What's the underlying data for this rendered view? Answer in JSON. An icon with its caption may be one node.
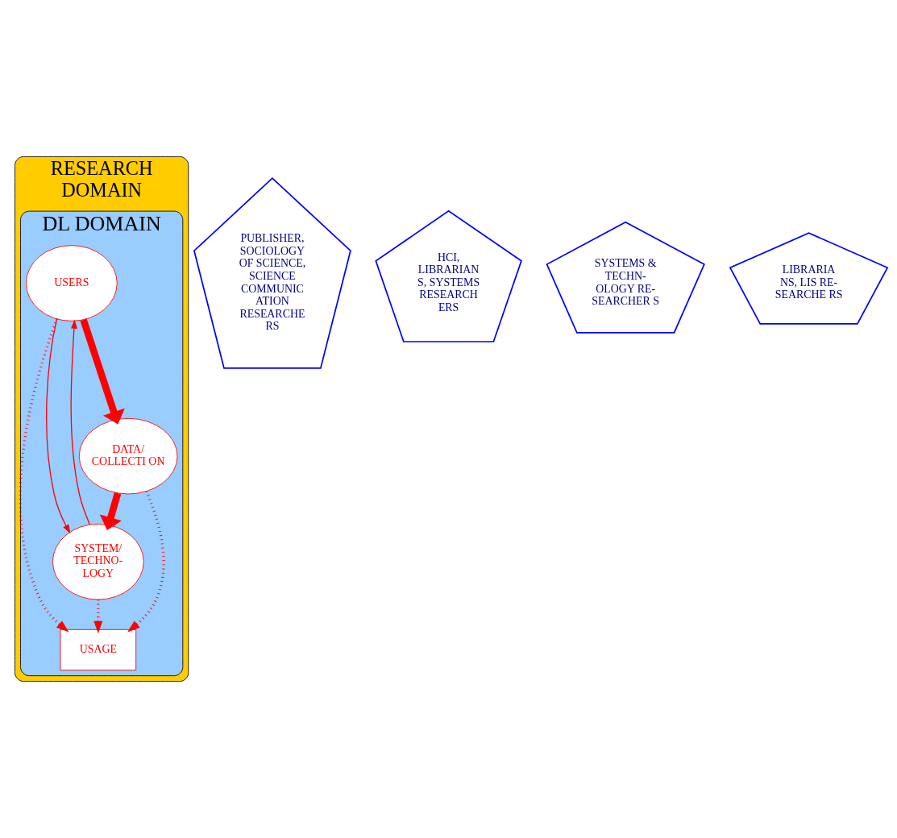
{
  "diagram": {
    "nodes": [
      {
        "text": [
          "RESEARCH DOMAIN"
        ]
      },
      {
        "text": [
          "DL DOMAIN"
        ],
        "in": 0
      },
      {
        "text": [
          "USAGE"
        ],
        "in": 1
      },
      {
        "text": [
          "USERS"
        ],
        "in": 1
      },
      {
        "text": [
          "SYSTEM/ TECHNO- LOGY"
        ],
        "in": 1
      },
      {
        "text": [
          "DATA/ COLLECTI ON"
        ],
        "in": 1
      },
      {
        "text": [
          "PUBLISHER, SOCIOLOGY OF SCIENCE, SCIENCE COMMUNIC ATION RESEARCHE RS"
        ]
      },
      {
        "text": [
          "HCI, LIBRARIAN S, SYSTEMS RESEARCH ERS"
        ]
      },
      {
        "text": [
          "SYSTEMS & TECHN- OLOGY RE- SEARCHER S"
        ]
      },
      {
        "text": [
          "LIBRARIA NS, LIS RE- SEARCHE RS"
        ]
      }
    ],
    "edges": [
      {
        "from": 3,
        "to": 2,
        "arrow": "to",
        "style": "dashed"
      },
      {
        "from": 5,
        "to": 2,
        "arrow": "to",
        "style": "dashed"
      },
      {
        "from": 4,
        "to": 2,
        "arrow": "to",
        "style": "dashed"
      },
      {
        "from": 4,
        "to": 3,
        "arrow": "to"
      },
      {
        "from": 3,
        "to": 4,
        "arrow": "to"
      },
      {
        "from": 3,
        "to": 5,
        "arrow": "to",
        "style": "thick"
      },
      {
        "from": 5,
        "to": 4,
        "arrow": "to",
        "style": "thick"
      }
    ]
  }
}
